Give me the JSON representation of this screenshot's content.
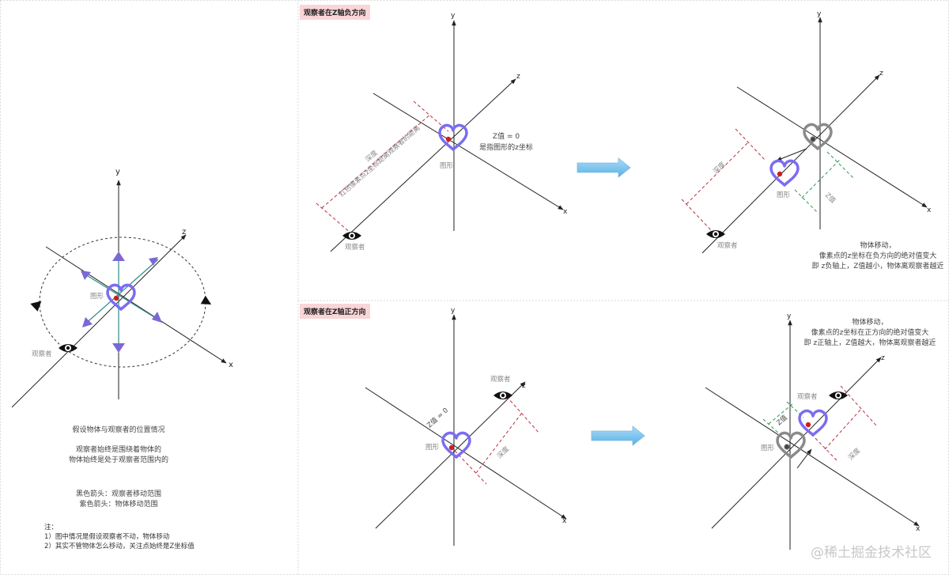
{
  "left_panel": {
    "labels": {
      "y": "y",
      "z": "z",
      "x": "x",
      "figure": "图形",
      "observer": "观察者"
    },
    "desc": {
      "line1": "假设物体与观察者的位置情况",
      "line2": "观察者始终是围绕着物体的",
      "line3": "物体始终是处于观察者范围内的",
      "line4": "黑色箭头：观察者移动范围",
      "line5": "紫色箭头：物体移动范围",
      "note_title": "注：",
      "note1": "1）图中情况是假设观察者不动，物体移动",
      "note2": "2）其实不管物体怎么移动，关注点始终是Z坐标值"
    }
  },
  "top_panel": {
    "title": "观察者在Z轴负方向",
    "left_diagram": {
      "y": "y",
      "z": "z",
      "x": "x",
      "figure": "图形",
      "observer": "观察者",
      "depth": "深度",
      "depth_desc": "红色像素点z坐标距离观察者的距离",
      "zval1": "Z值 = 0",
      "zval2": "是指图形的z坐标"
    },
    "right_diagram": {
      "y": "y",
      "z": "z",
      "x": "x",
      "figure": "图形",
      "observer": "观察者",
      "depth": "深度",
      "zval": "Z值"
    },
    "desc": {
      "line1": "物体移动，",
      "line2": "像素点的z坐标在负方向的绝对值变大",
      "line3": "即 z负轴上，Z值越小，物体离观察者越近"
    }
  },
  "bottom_panel": {
    "title": "观察者在Z轴正方向",
    "left_diagram": {
      "y": "y",
      "z": "z",
      "x": "x",
      "figure": "图形",
      "observer": "观察者",
      "zval": "Z值 = 0",
      "depth": "深度"
    },
    "right_diagram": {
      "y": "y",
      "z": "z",
      "x": "x",
      "figure": "图形",
      "observer": "观察者",
      "zval": "Z值",
      "depth": "深度"
    },
    "desc": {
      "line1": "物体移动，",
      "line2": "像素点的z坐标在正方向的绝对值变大",
      "line3": "即 z正轴上，Z值越大，物体离观察者越近"
    }
  },
  "watermark": "@稀土掘金技术社区",
  "colors": {
    "axis": "#222222",
    "heart": "#7b6cf2",
    "heart_gray": "#888888",
    "red_dot": "#cc1f1f",
    "red_dash": "#b8313f",
    "green_dash": "#2e9a4d",
    "purple_arrow": "#7b68d6",
    "teal_line": "#2c8a8a",
    "blue_arrow": "#7cc4ee",
    "title_bg": "#f9d5d8"
  }
}
